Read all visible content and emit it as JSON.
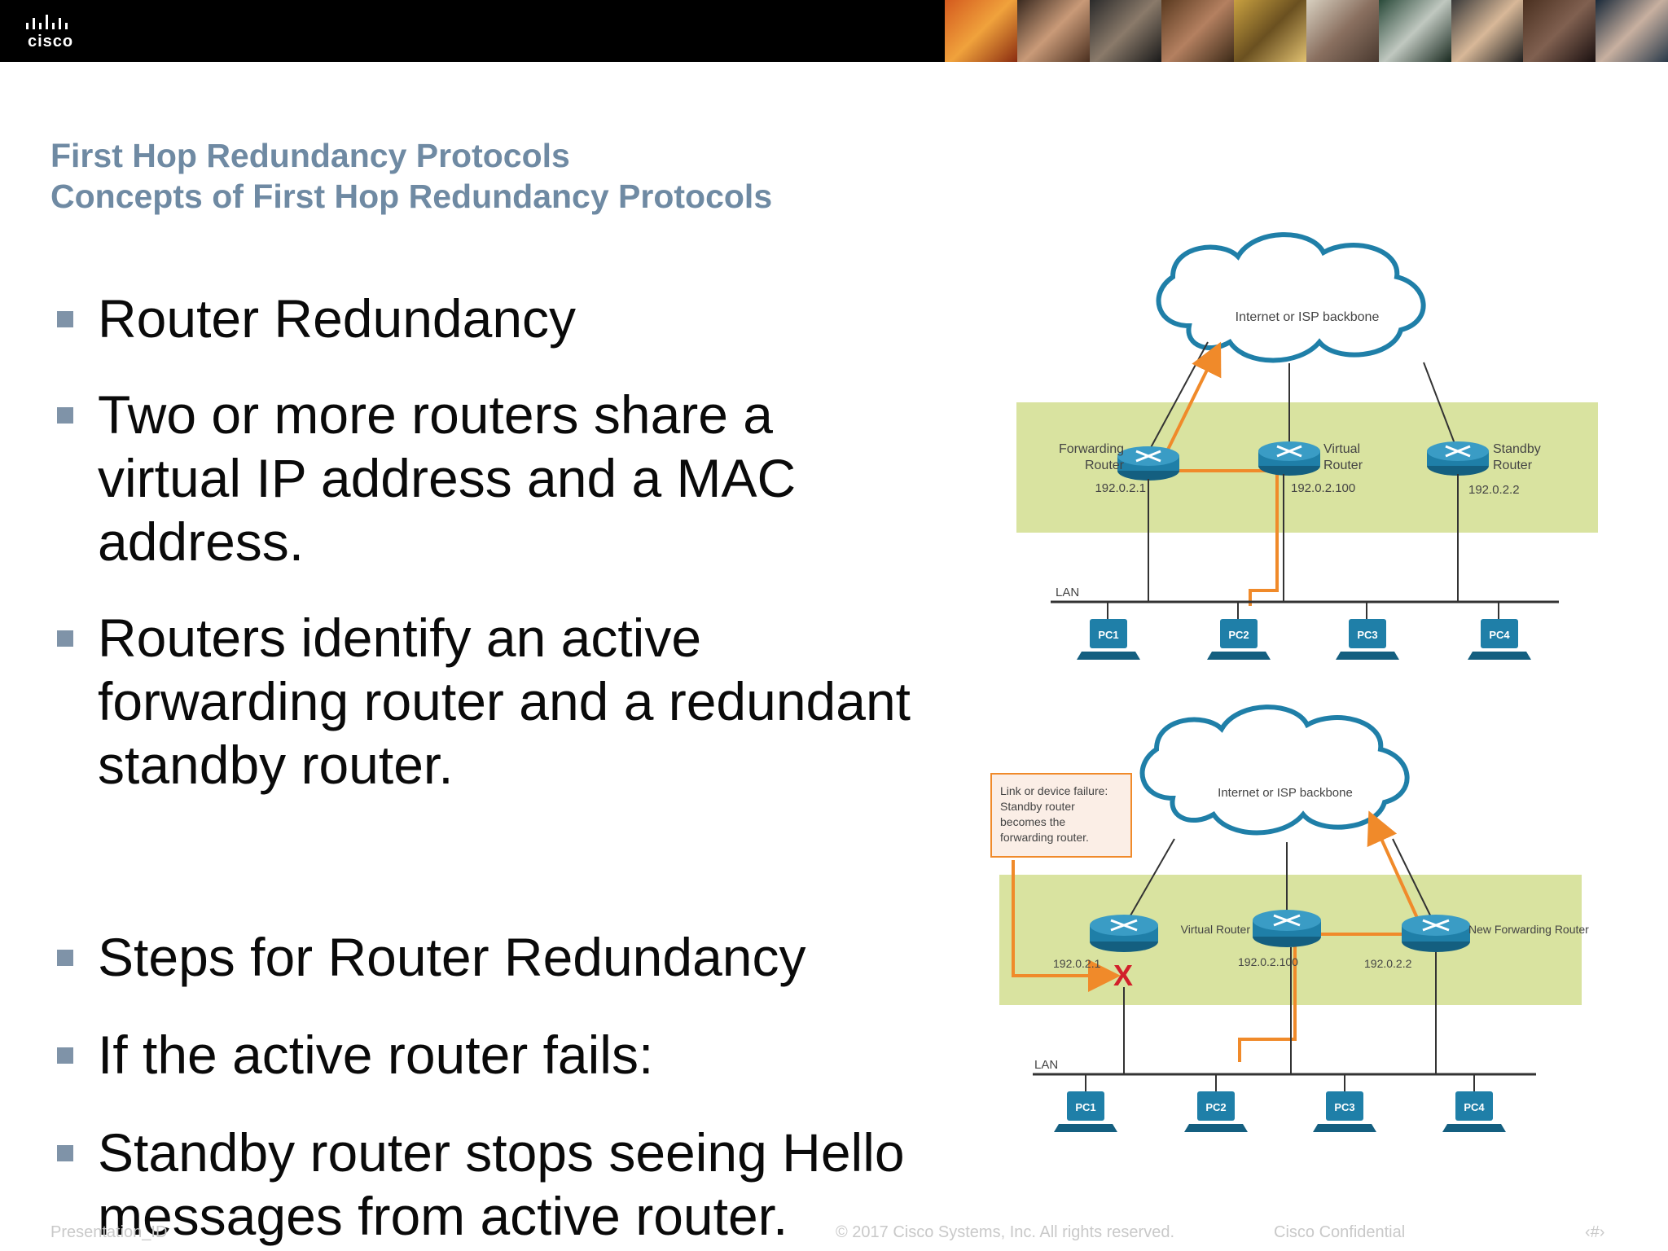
{
  "brand": {
    "logo_text": "cisco",
    "brand_color": "#000000"
  },
  "title": {
    "line1": "First Hop Redundancy Protocols",
    "line2": "Concepts of First Hop Redundancy Protocols",
    "color": "#6f8aa3"
  },
  "bullets": [
    "Router Redundancy",
    "Two or more routers share a virtual IP address and a MAC address.",
    "Routers identify an active forwarding router and a redundant standby router.",
    "Steps for Router Redundancy",
    "If the active router fails:",
    "Standby router stops seeing Hello messages from active router."
  ],
  "footer": {
    "presentation_id": "Presentation_ID",
    "copyright": "© 2017 Cisco Systems, Inc. All rights reserved.",
    "confidential": "Cisco Confidential",
    "page": "‹#›"
  },
  "diagram": {
    "top": {
      "cloud_label": "Internet or ISP backbone",
      "routers": [
        {
          "name_line1": "Forwarding",
          "name_line2": "Router",
          "ip": "192.0.2.1"
        },
        {
          "name_line1": "Virtual",
          "name_line2": "Router",
          "ip": "192.0.2.100"
        },
        {
          "name_line1": "Standby",
          "name_line2": "Router",
          "ip": "192.0.2.2"
        }
      ],
      "lan_label": "LAN",
      "pcs": [
        "PC1",
        "PC2",
        "PC3",
        "PC4"
      ]
    },
    "bottom": {
      "cloud_label": "Internet or ISP backbone",
      "callout": [
        "Link or device failure:",
        "Standby router",
        "becomes the",
        "forwarding router."
      ],
      "routers": [
        {
          "label": "",
          "ip": "192.0.2.1"
        },
        {
          "label": "Virtual Router",
          "ip": "192.0.2.100"
        },
        {
          "label": "New Forwarding Router",
          "ip": "192.0.2.2"
        }
      ],
      "failure_mark": "X",
      "lan_label": "LAN",
      "pcs": [
        "PC1",
        "PC2",
        "PC3",
        "PC4"
      ]
    },
    "colors": {
      "zone": "#d9e3a0",
      "router": "#1f7fa8",
      "path": "#f08a2a",
      "failure": "#d2202a"
    }
  }
}
